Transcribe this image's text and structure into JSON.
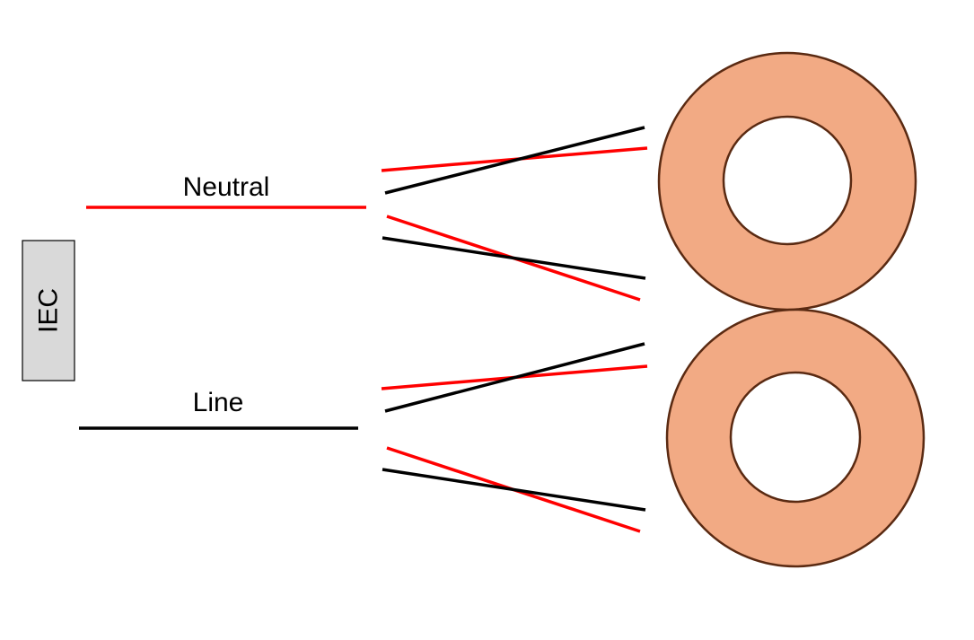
{
  "iec": {
    "label": "IEC"
  },
  "neutral": {
    "label": "Neutral"
  },
  "line": {
    "label": "Line"
  },
  "colors": {
    "neutral_wire": "#ff0000",
    "line_wire": "#000000",
    "toroid_fill": "#f2aa84",
    "toroid_stroke": "#5a2a12",
    "iec_fill": "#d9d9d9"
  }
}
